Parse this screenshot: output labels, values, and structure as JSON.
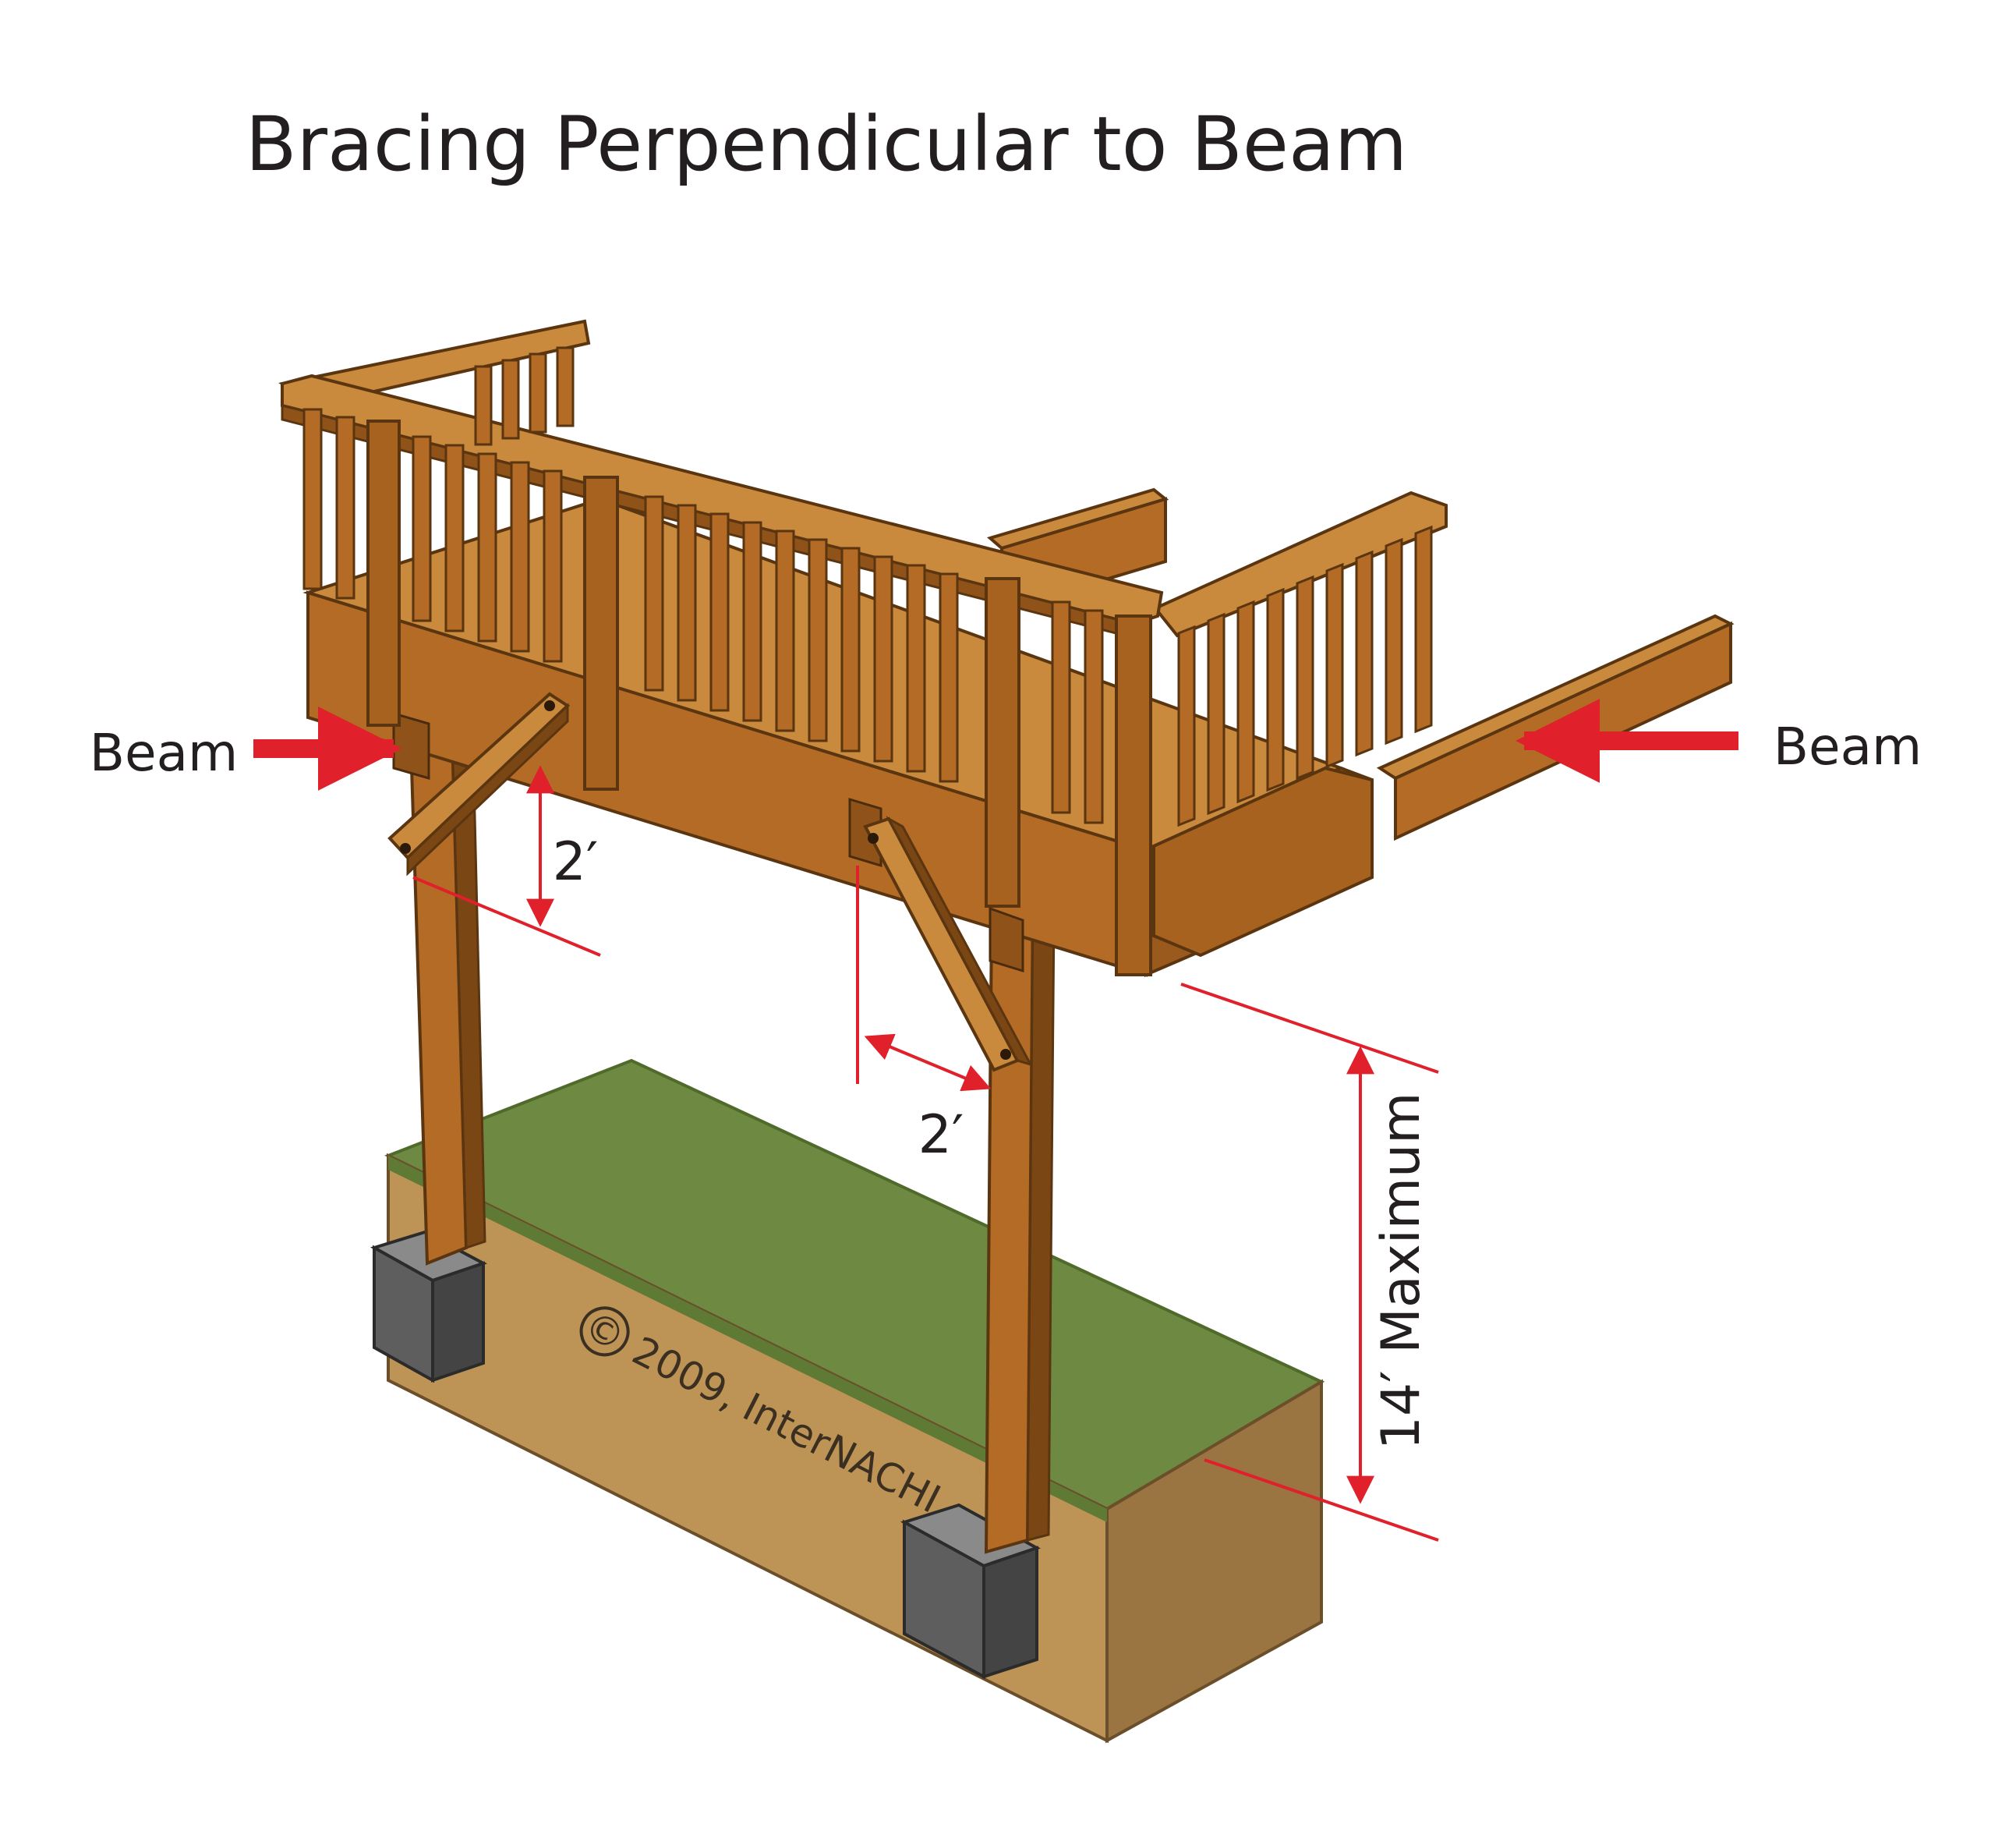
{
  "title": "Bracing Perpendicular to Beam",
  "labels": {
    "beam_left": "Beam",
    "beam_right": "Beam",
    "brace_left": "2′",
    "brace_right": "2′",
    "max_height": "14′ Maximum",
    "copyright_symbol": "©",
    "copyright": "2009, InterNACHI"
  },
  "colors": {
    "wood": "#b36b26",
    "wood_dark": "#7a4714",
    "wood_light": "#c98a3d",
    "grass": "#6e8a42",
    "soil": "#bd9456",
    "soil_dark": "#9a7441",
    "footing": "#5e5e5e",
    "arrow": "#e0202a"
  }
}
